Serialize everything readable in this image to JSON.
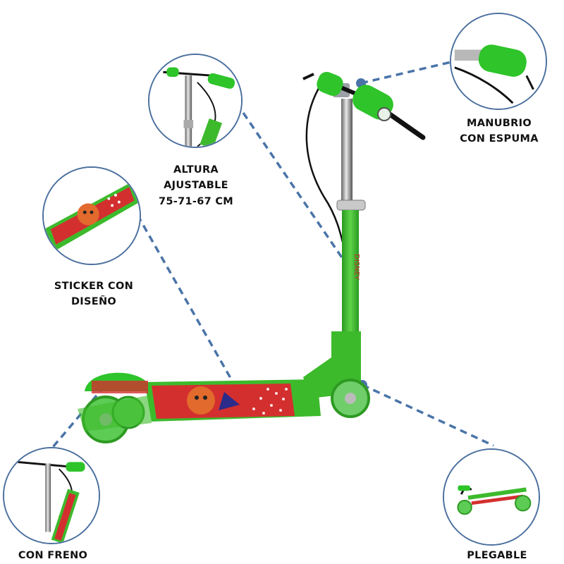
{
  "callouts": {
    "manubrio": "MANUBRIO CON ESPUMA",
    "altura_line1": "ALTURA AJUSTABLE",
    "altura_line2": "75-71-67 CM",
    "sticker": "STICKER CON DISEÑO",
    "freno": "CON FRENO",
    "plegable": "PLEGABLE"
  },
  "colors": {
    "scooter_green": "#3dba2c",
    "foam_green": "#2ec42a",
    "deck_red": "#d32f2f",
    "connector_blue": "#4a74a8",
    "circle_border": "#4a6f9e"
  },
  "icons": [
    "scooter-illustration",
    "handlebar-zoom",
    "height-zoom",
    "sticker-zoom",
    "brake-zoom",
    "folded-zoom"
  ]
}
